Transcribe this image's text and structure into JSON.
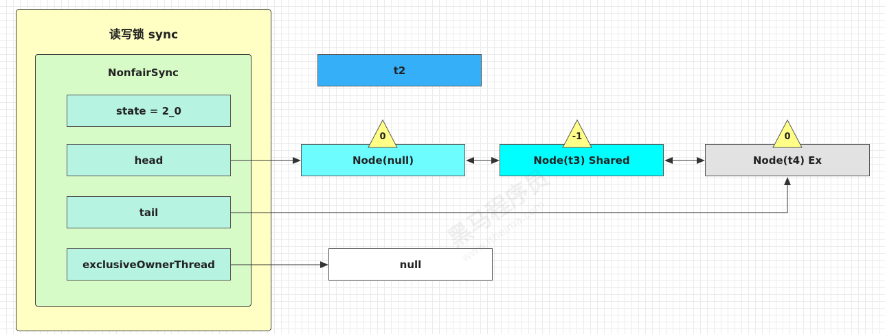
{
  "sync": {
    "title": "读写锁 sync",
    "inner_title": "NonfairSync",
    "fields": {
      "state": "state = 2_0",
      "head": "head",
      "tail": "tail",
      "exclusive_owner": "exclusiveOwnerThread"
    }
  },
  "thread_box": "t2",
  "null_box": "null",
  "nodes": [
    {
      "label": "Node(null)",
      "wait_status": "0",
      "color": "#6dfdff"
    },
    {
      "label": "Node(t3) Shared",
      "wait_status": "-1",
      "color": "#00ffff"
    },
    {
      "label": "Node(t4) Ex",
      "wait_status": "0",
      "color": "#e2e2e2"
    }
  ],
  "watermark": {
    "text": "黑马程序员",
    "url": "www.itheima.com"
  },
  "colors": {
    "outer_bg": "#ffffc4",
    "inner_bg": "#d7fbc7",
    "field_bg": "#b6f4e1",
    "thread_bg": "#35b0f8",
    "triangle": "#ffff88"
  }
}
